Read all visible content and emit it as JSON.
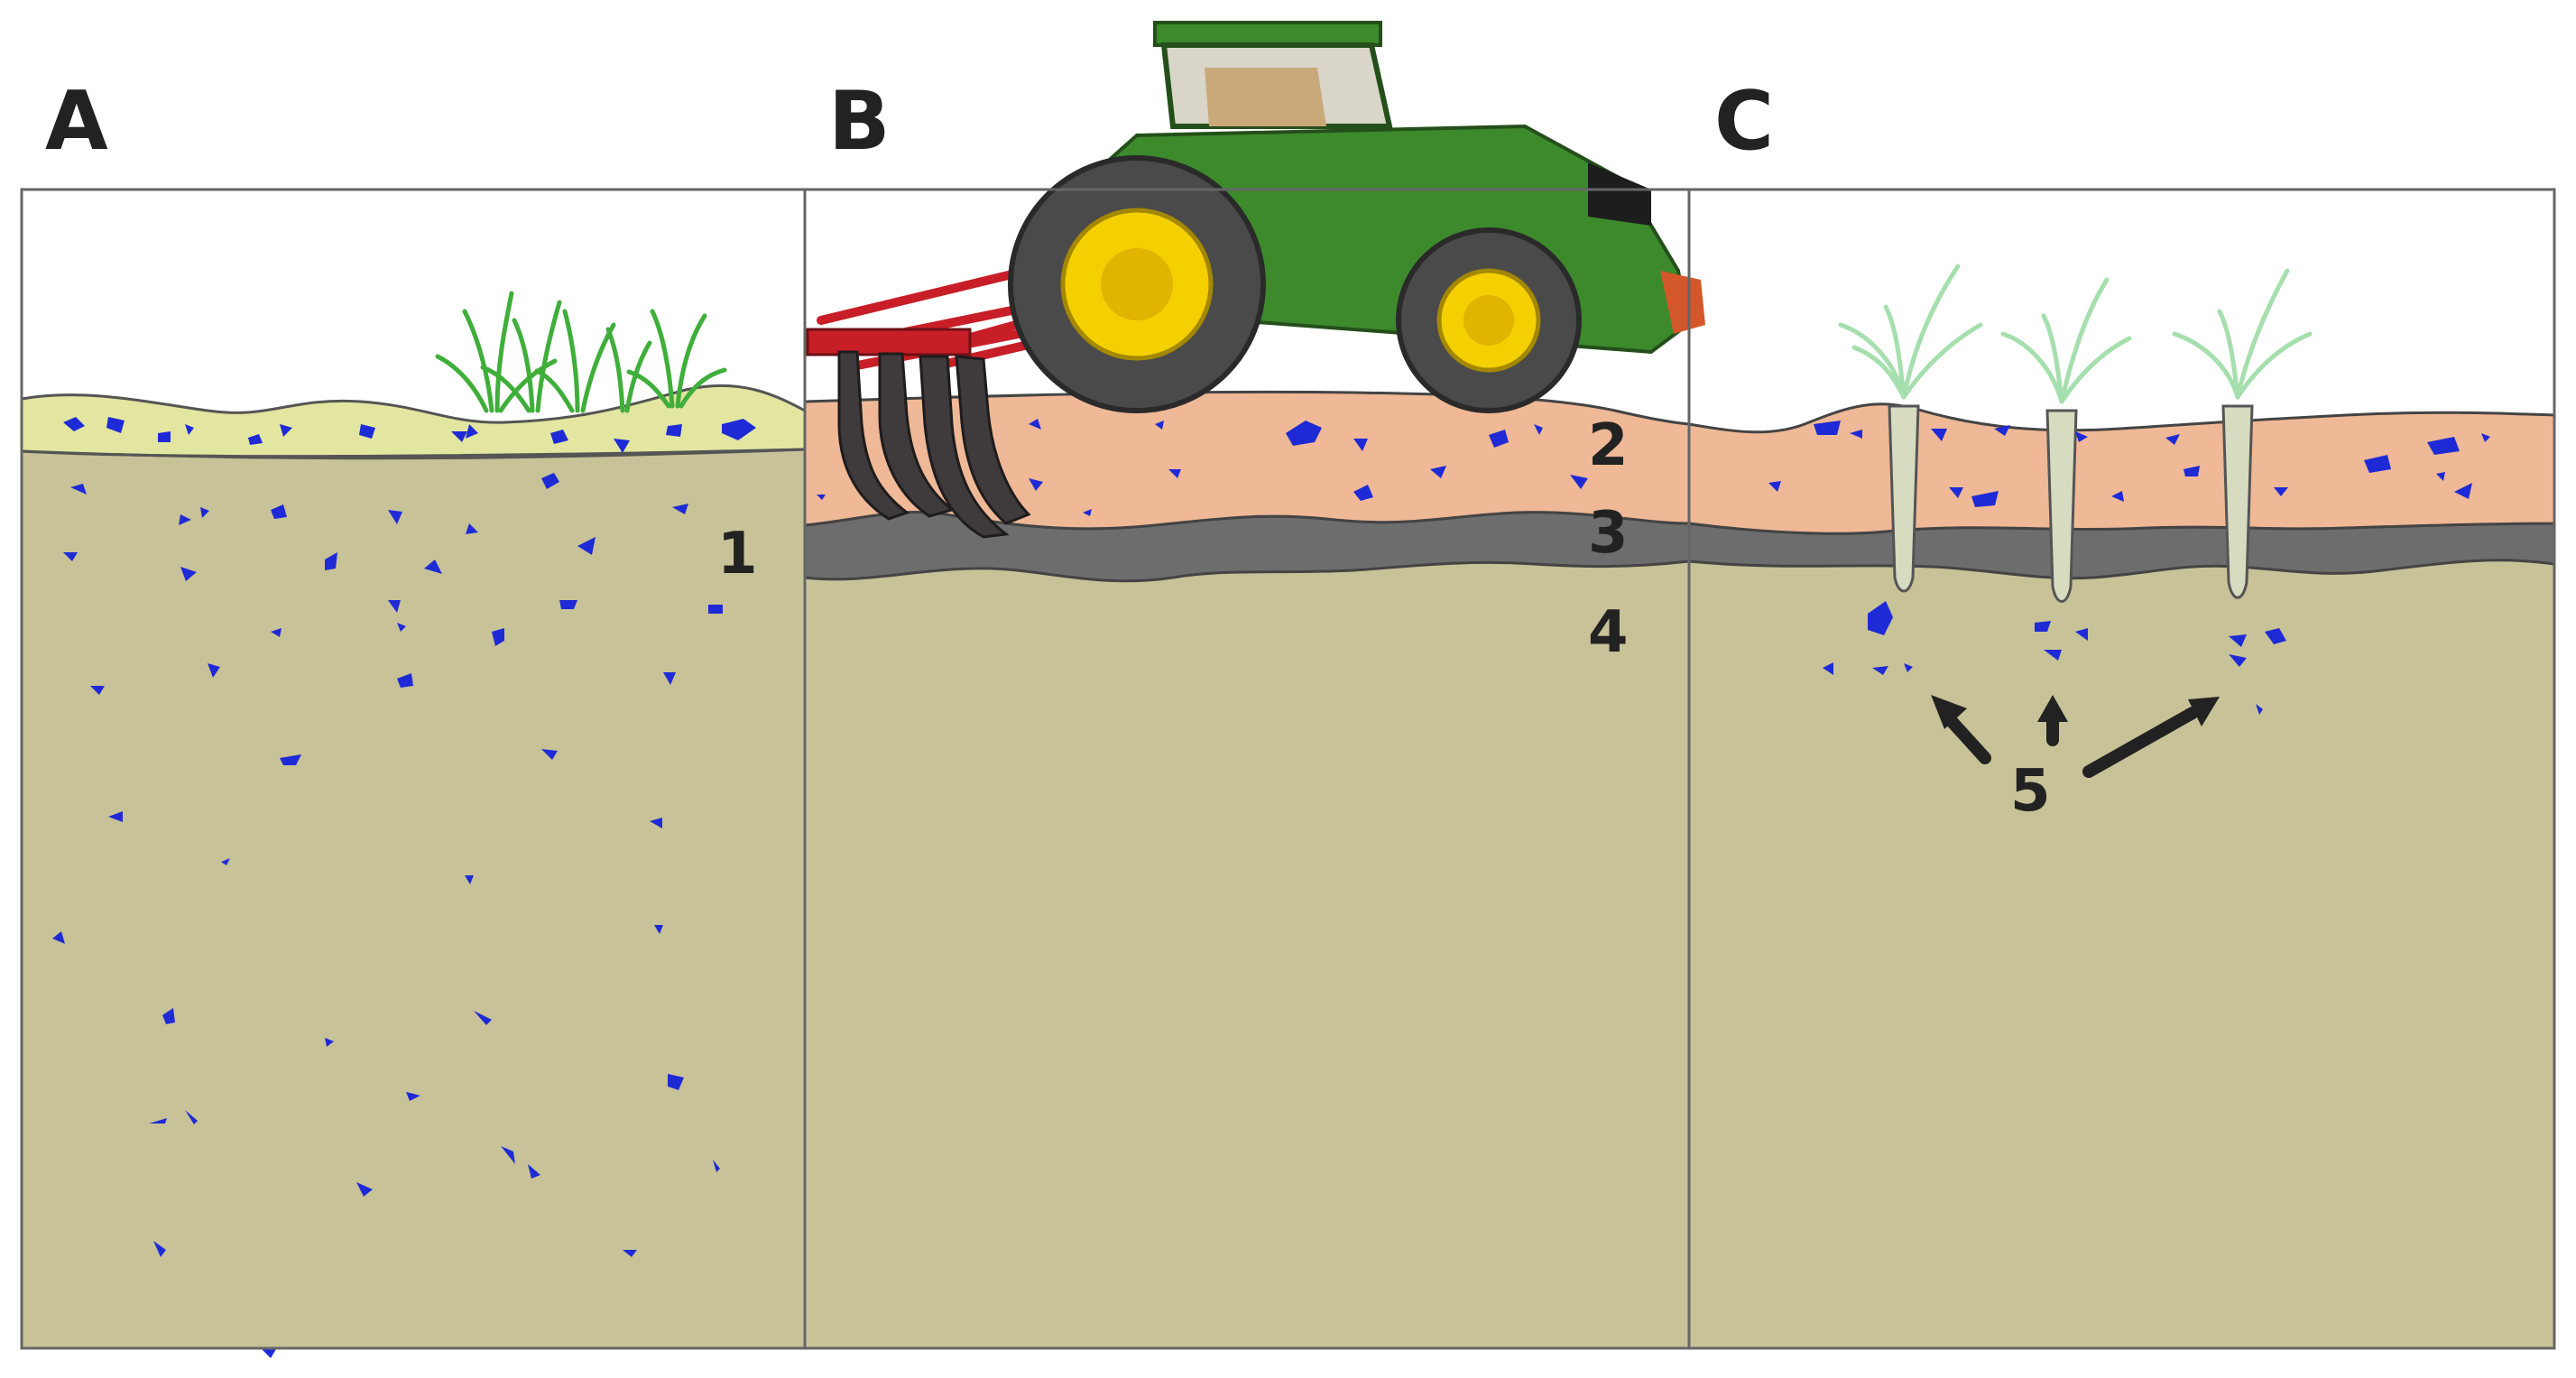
{
  "panels": [
    {
      "id": "A",
      "label": "A"
    },
    {
      "id": "B",
      "label": "B"
    },
    {
      "id": "C",
      "label": "C"
    }
  ],
  "layer_labels": {
    "one": "1",
    "two": "2",
    "three": "3",
    "four": "4",
    "five": "5"
  },
  "colors": {
    "subsoil": "#c8c298",
    "topsoil_a": "#e2e6a0",
    "plough_layer": "#efb896",
    "plough_pan": "#6d6d6d",
    "particles": "#1e2ad6",
    "tractor_body": "#3c8a2c",
    "wheel_hub": "#f4d000",
    "implement": "#c81e28",
    "arrow": "#222222",
    "grass": "#3fae3a",
    "root_crop_leaves": "#a6dfae"
  },
  "icons": {
    "tractor": "tractor-icon",
    "implement": "subsoiler-implement-icon",
    "grass": "grass-seedlings-icon",
    "plant": "root-crop-icon",
    "arrow": "arrow-icon"
  }
}
